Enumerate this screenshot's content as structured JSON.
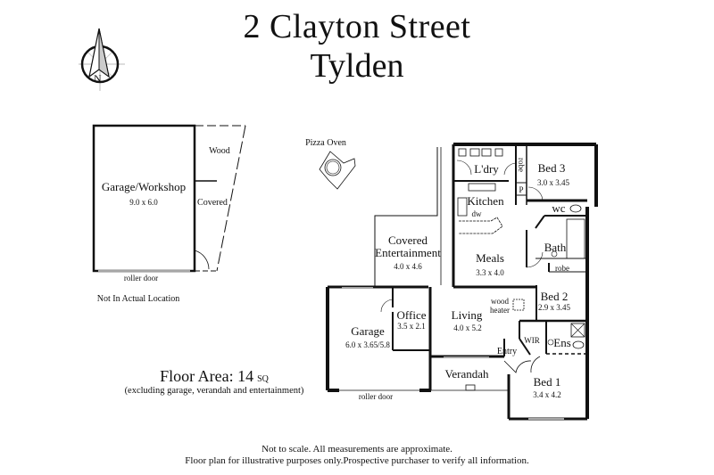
{
  "header": {
    "title_line1": "2 Clayton Street",
    "title_line2": "Tylden"
  },
  "compass": {
    "icon": "north-arrow-icon",
    "label": "N"
  },
  "outbuilding": {
    "name": "Garage/Workshop",
    "dims": "9.0 x 6.0",
    "wood_label": "Wood",
    "covered_label": "Covered",
    "door_label": "roller door",
    "note": "Not In Actual Location"
  },
  "pizza_oven": {
    "label": "Pizza Oven"
  },
  "rooms": {
    "laundry": {
      "name": "L'dry"
    },
    "robe3": {
      "name": "robe"
    },
    "pantry": {
      "name": "P"
    },
    "bed3": {
      "name": "Bed 3",
      "dims": "3.0 x 3.45"
    },
    "kitchen": {
      "name": "Kitchen",
      "dw": "dw"
    },
    "wc": {
      "name": "wc"
    },
    "bath": {
      "name": "Bath"
    },
    "robe2": {
      "name": "robe"
    },
    "covered_ent": {
      "name_line1": "Covered",
      "name_line2": "Entertainment",
      "dims": "4.0 x 4.6"
    },
    "meals": {
      "name": "Meals",
      "dims": "3.3 x 4.0"
    },
    "bed2": {
      "name": "Bed 2",
      "dims": "2.9 x 3.45"
    },
    "wood_heater": {
      "line1": "wood",
      "line2": "heater"
    },
    "garage": {
      "name": "Garage",
      "dims": "6.0 x 3.65/5.8",
      "door_label": "roller door"
    },
    "office": {
      "name": "Office",
      "dims": "3.5 x 2.1"
    },
    "living": {
      "name": "Living",
      "dims": "4.0 x 5.2"
    },
    "entry": {
      "name": "Entry"
    },
    "wir": {
      "name": "WIR"
    },
    "ens": {
      "name": "Ens"
    },
    "verandah": {
      "name": "Verandah"
    },
    "bed1": {
      "name": "Bed 1",
      "dims": "3.4 x 4.2"
    }
  },
  "floor_area": {
    "label": "Floor Area: 14",
    "unit": "SQ",
    "note": "(excluding garage, verandah and entertainment)"
  },
  "disclaimer": {
    "line1": "Not to scale. All measurements are approximate.",
    "line2": "Floor plan for illustrative purposes only.Prospective purchaser to verify all information."
  }
}
